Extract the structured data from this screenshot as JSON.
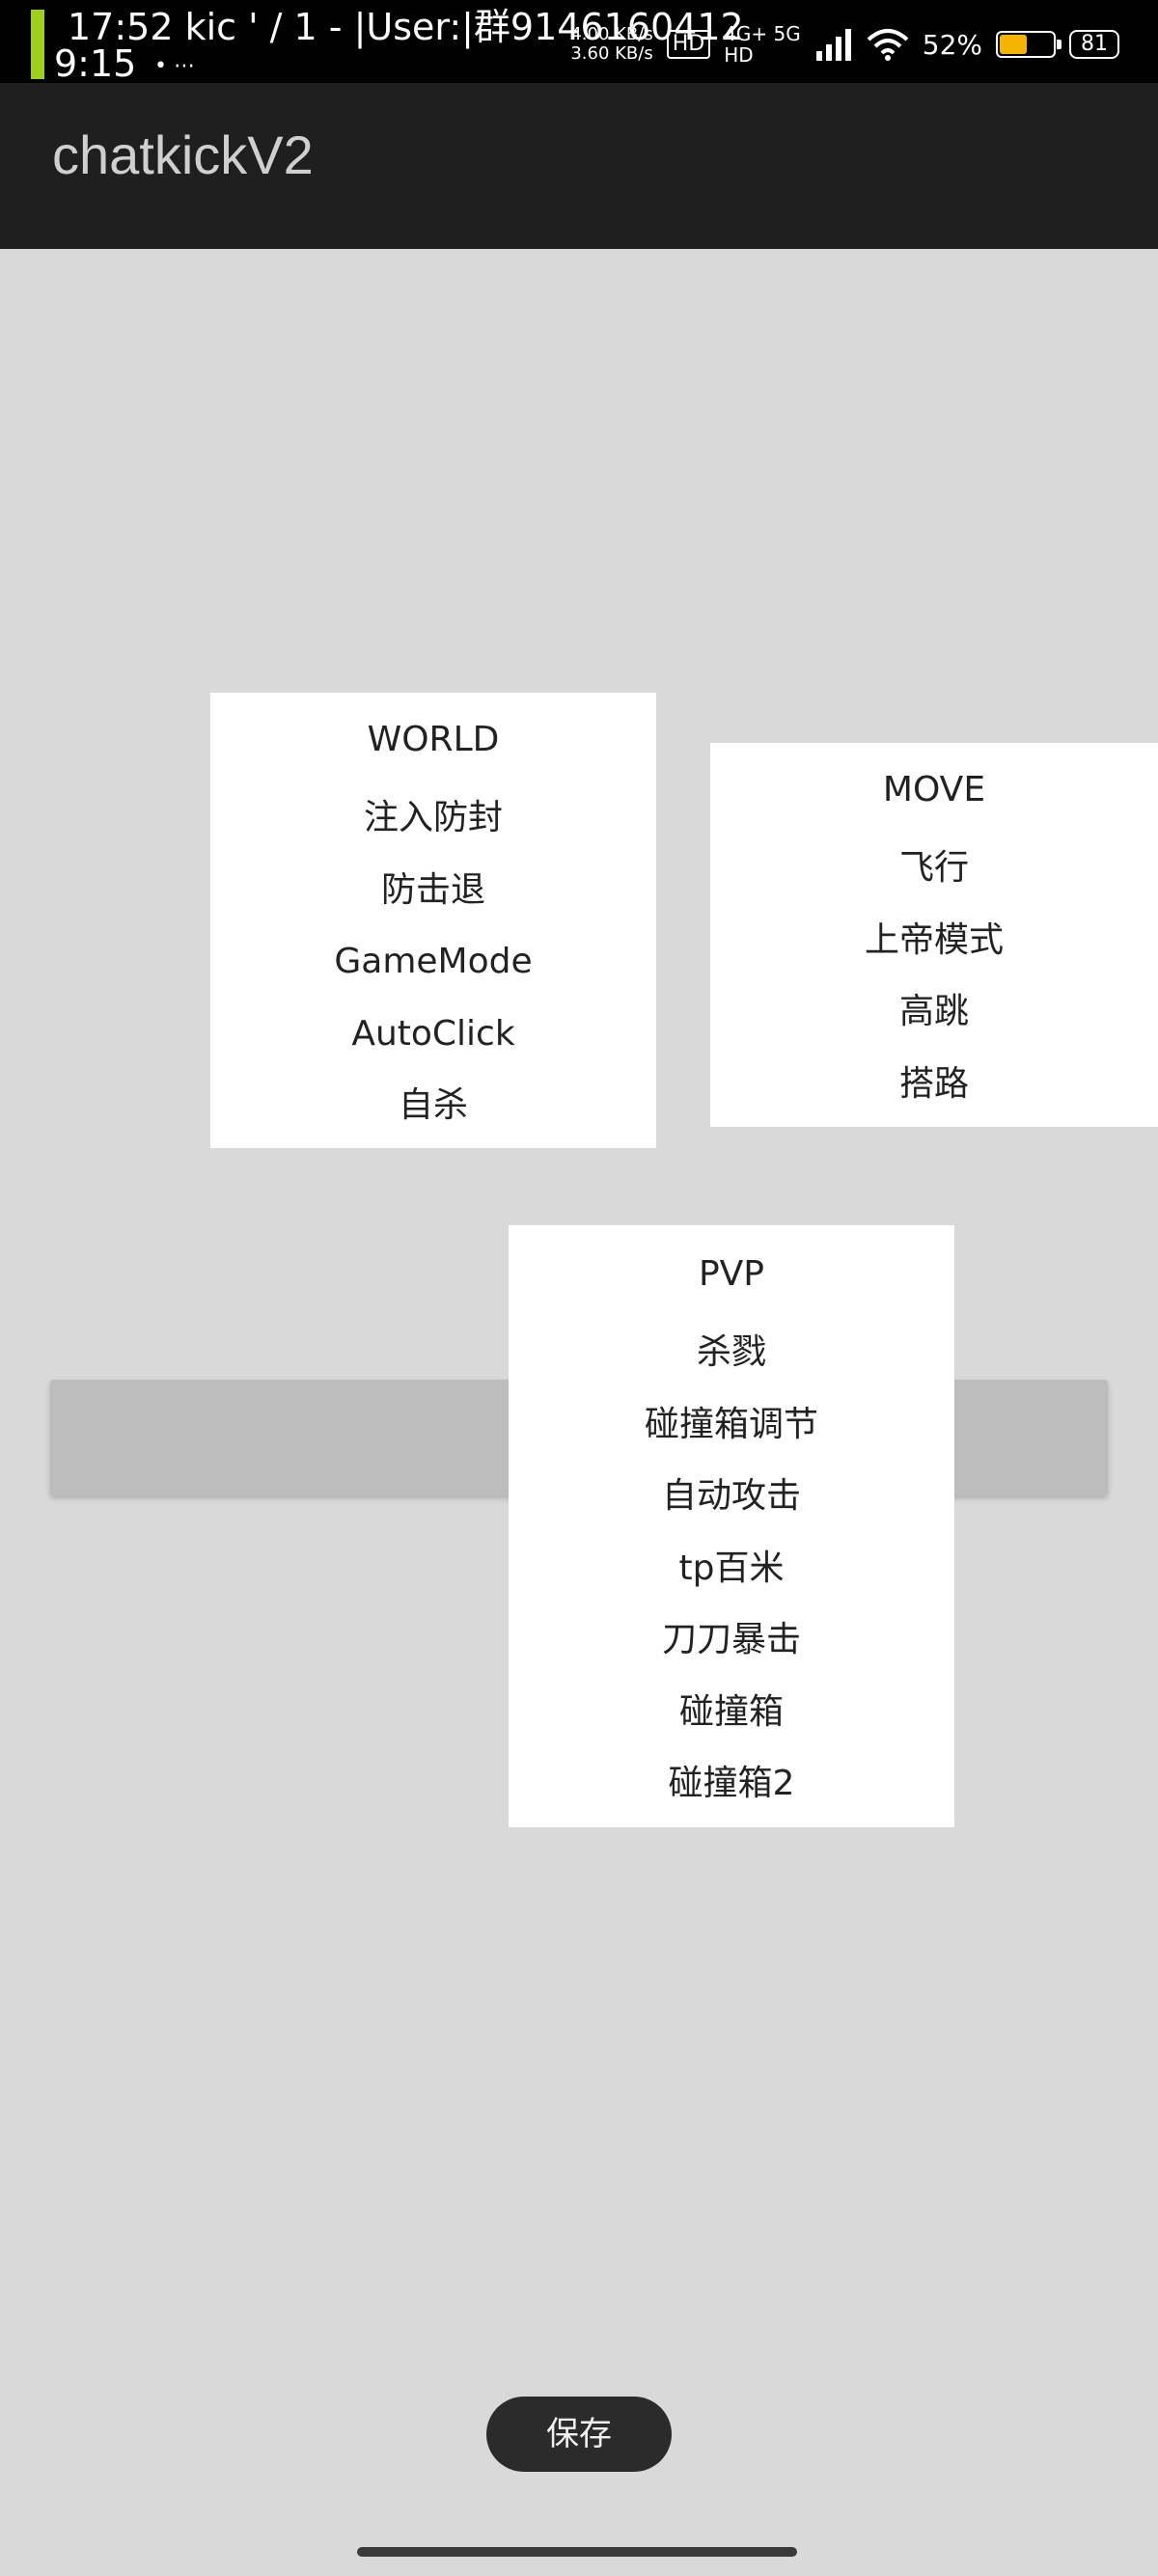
{
  "status_bar": {
    "overlay_text": "17:52 kic ' /  1 - |User:|群9146160412",
    "time": "9:15",
    "mini_icons": "• ⋯",
    "net_speed_top": "4.00 KB/s",
    "net_speed_bottom": "3.60 KB/s",
    "hd_label": "HD",
    "network_top": "4G+ 5G",
    "network_bottom": "HD",
    "battery_percent": "52%",
    "battery_level": 0.52,
    "battery_number": "81",
    "colors": {
      "accent": "#9bd11b",
      "battery_fill": "#f5b400"
    }
  },
  "app_bar": {
    "title": "chatkickV2"
  },
  "panels": {
    "world": {
      "title": "WORLD",
      "items": [
        "注入防封",
        "防击退",
        "GameMode",
        "AutoClick",
        "自杀"
      ]
    },
    "move": {
      "title": "MOVE",
      "items": [
        "飞行",
        "上帝模式",
        "高跳",
        "搭路"
      ]
    },
    "pvp": {
      "title": "PVP",
      "items": [
        "杀戮",
        "碰撞箱调节",
        "自动攻击",
        "tp百米",
        "刀刀暴击",
        "碰撞箱",
        "碰撞箱2"
      ]
    }
  },
  "actions": {
    "save_label": "保存"
  }
}
